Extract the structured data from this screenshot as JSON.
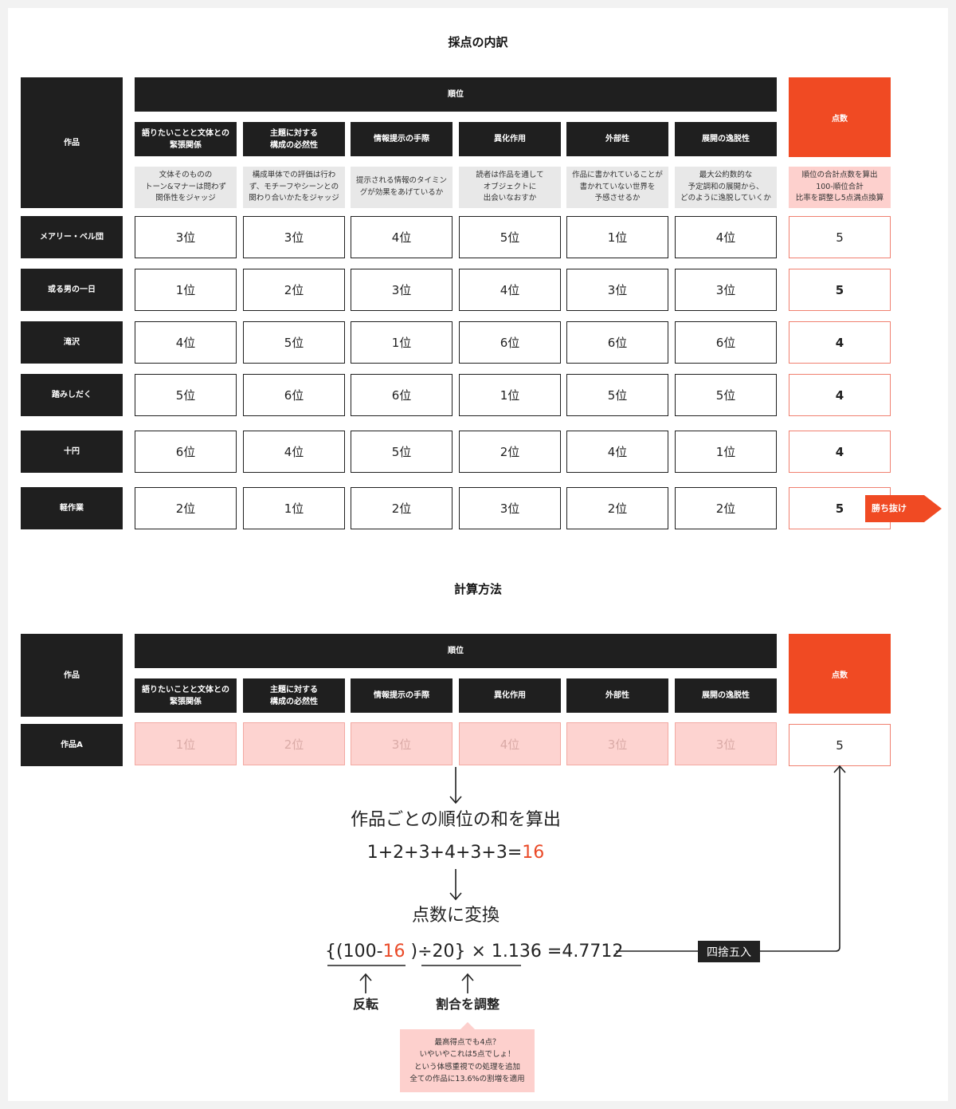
{
  "breakdown": {
    "title": "採点の内訳",
    "work_header": "作品",
    "rank_header": "順位",
    "score_header": "点数",
    "criteria": [
      {
        "name": "語りたいことと文体との\n緊張関係",
        "desc": "文体そのものの\nトーン&マナーは問わず\n関係性をジャッジ"
      },
      {
        "name": "主題に対する\n構成の必然性",
        "desc": "構成単体での評価は行わ\nず、モチーフやシーンとの\n関わり合いかたをジャッジ"
      },
      {
        "name": "情報提示の手際",
        "desc": "提示される情報のタイミン\nグが効果をあげているか"
      },
      {
        "name": "異化作用",
        "desc": "読者は作品を通して\nオブジェクトに\n出会いなおすか"
      },
      {
        "name": "外部性",
        "desc": "作品に書かれていることが\n書かれていない世界を\n予感させるか"
      },
      {
        "name": "展開の逸脱性",
        "desc": "最大公約数的な\n予定調和の展開から、\nどのように逸脱していくか"
      }
    ],
    "score_desc": "順位の合計点数を算出\n100-順位合計\n比率を調整し5点満点換算",
    "rows": [
      {
        "name": "メアリー・ベル団",
        "ranks": [
          "3位",
          "3位",
          "4位",
          "5位",
          "1位",
          "4位"
        ],
        "score": "5"
      },
      {
        "name": "或る男の一日",
        "ranks": [
          "1位",
          "2位",
          "3位",
          "4位",
          "3位",
          "3位"
        ],
        "score": "5"
      },
      {
        "name": "滝沢",
        "ranks": [
          "4位",
          "5位",
          "1位",
          "6位",
          "6位",
          "6位"
        ],
        "score": "4"
      },
      {
        "name": "踏みしだく",
        "ranks": [
          "5位",
          "6位",
          "6位",
          "1位",
          "5位",
          "5位"
        ],
        "score": "4"
      },
      {
        "name": "十円",
        "ranks": [
          "6位",
          "4位",
          "5位",
          "2位",
          "4位",
          "1位"
        ],
        "score": "4"
      },
      {
        "name": "軽作業",
        "ranks": [
          "2位",
          "1位",
          "2位",
          "3位",
          "2位",
          "2位"
        ],
        "score": "5"
      }
    ],
    "winner_label": "勝ち抜け",
    "accent_color": "#f04a23"
  },
  "method": {
    "title": "計算方法",
    "work_header": "作品",
    "rank_header": "順位",
    "score_header": "点数",
    "criteria": [
      "語りたいことと文体との\n緊張関係",
      "主題に対する\n構成の必然性",
      "情報提示の手際",
      "異化作用",
      "外部性",
      "展開の逸脱性"
    ],
    "example": {
      "name": "作品A",
      "ranks": [
        "1位",
        "2位",
        "3位",
        "4位",
        "3位",
        "3位"
      ],
      "score": "5"
    },
    "step1": "作品ごとの順位の和を算出",
    "sum_expr": "1+2+3+4+3+3=",
    "sum_value": "16",
    "step2": "点数に変換",
    "formula_a": "{(100-",
    "formula_b": "16",
    "formula_c": " )÷20} × 1.136 =4.7712",
    "round_label": "四捨五入",
    "invert_label": "反転",
    "ratio_label": "割合を調整",
    "note": "最高得点でも4点？\nいやいやこれは5点でしょ！\nという体感重視での処理を追加\n全ての作品に13.6%の割増を適用"
  }
}
